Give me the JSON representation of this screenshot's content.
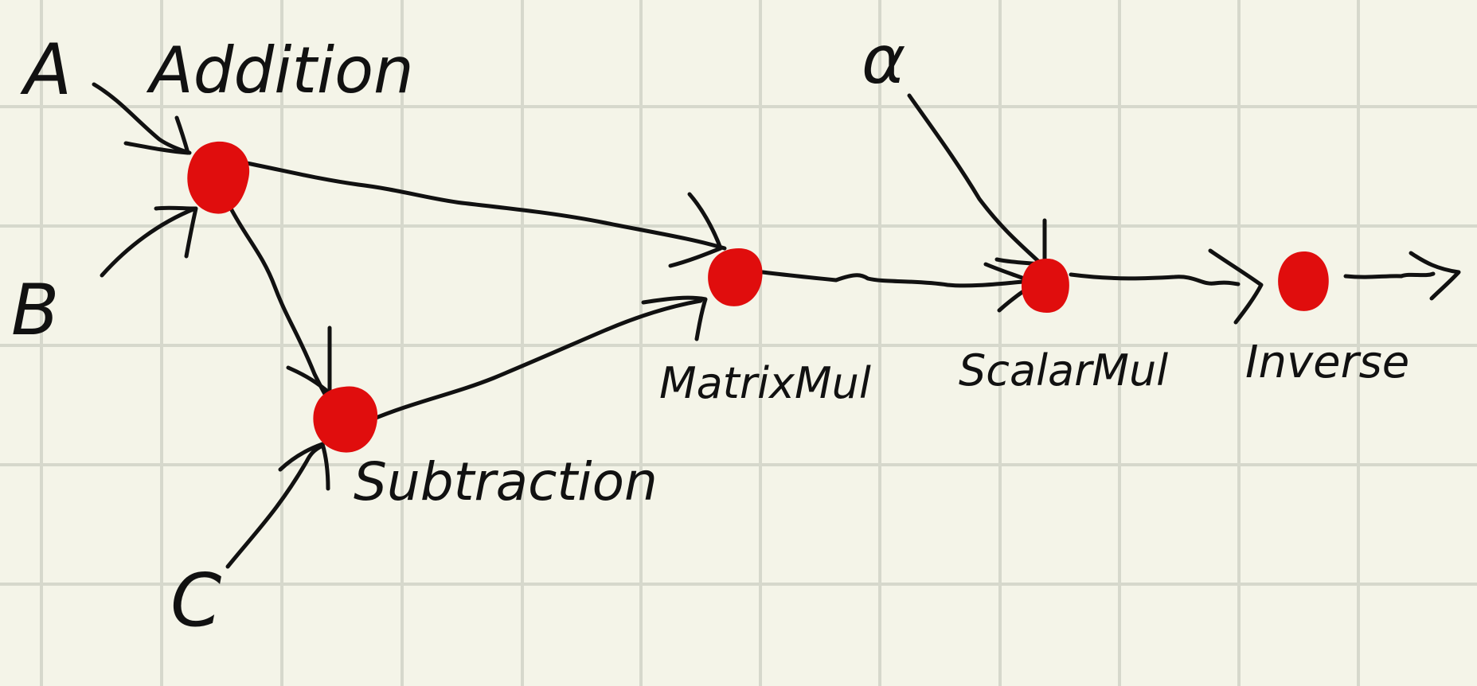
{
  "inputs": {
    "a": "A",
    "b": "B",
    "c": "C",
    "alpha": "α"
  },
  "nodes": {
    "addition": "Addition",
    "subtraction": "Subtraction",
    "matrixmul": "MatrixMul",
    "scalarmul": "ScalarMul",
    "inverse": "Inverse"
  },
  "colors": {
    "background": "#f4f4e8",
    "grid": "#d6d8cc",
    "node": "#e00d0d",
    "ink": "#111111"
  }
}
